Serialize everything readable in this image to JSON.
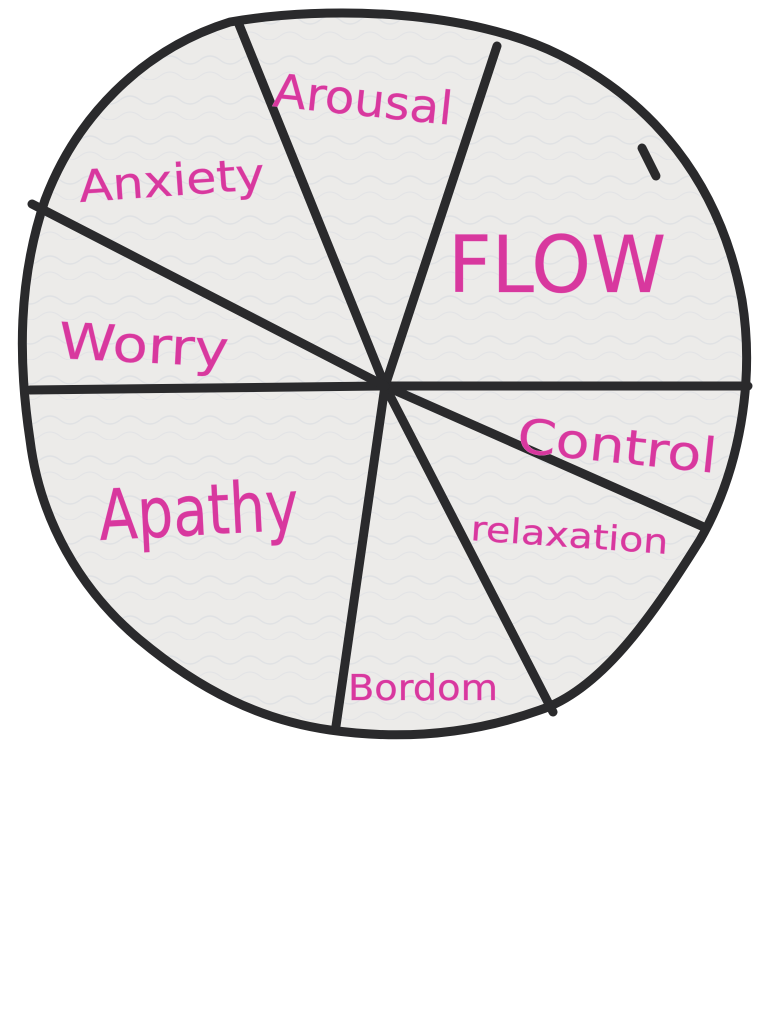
{
  "diagram": {
    "segments": [
      {
        "key": "arousal",
        "label": "Arousal"
      },
      {
        "key": "flow",
        "label": "FLOW"
      },
      {
        "key": "control",
        "label": "Control"
      },
      {
        "key": "relaxation",
        "label": "relaxation"
      },
      {
        "key": "boredom",
        "label": "Bordom"
      },
      {
        "key": "apathy",
        "label": "Apathy"
      },
      {
        "key": "worry",
        "label": "Worry"
      },
      {
        "key": "anxiety",
        "label": "Anxiety"
      }
    ],
    "colors": {
      "outline": "#2a2a2c",
      "fill": "#ecebe9",
      "label": "#d8389e",
      "background": "#ffffff"
    }
  }
}
